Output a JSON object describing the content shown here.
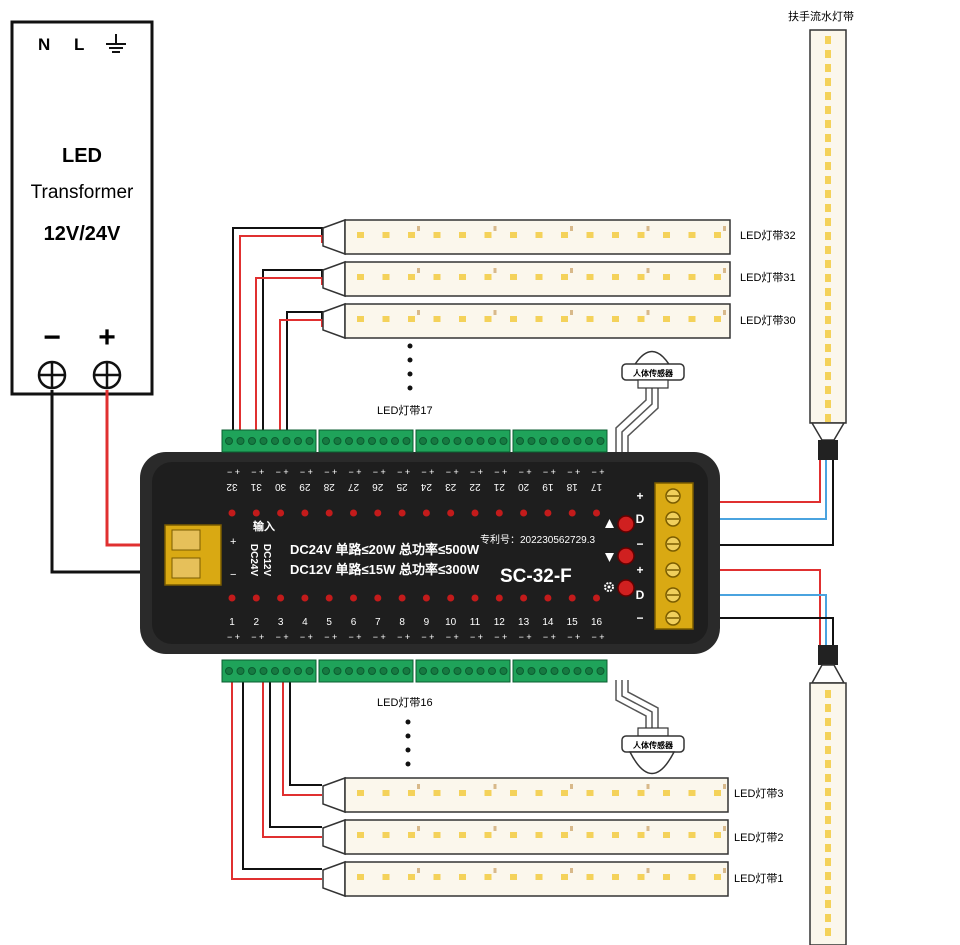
{
  "transformer": {
    "terminals": [
      "N",
      "L"
    ],
    "ground_icon": "ground-icon",
    "title_line1": "LED",
    "title_line2": "Transformer",
    "title_line3": "12V/24V",
    "minus": "−",
    "plus": "+"
  },
  "controller": {
    "model": "SC-32-F",
    "patent": "专利号：202230562729.3",
    "spec_24v": "DC24V 单路≤20W 总功率≤500W",
    "spec_12v": "DC12V 单路≤15W 总功率≤300W",
    "input_label": "输入",
    "dc12": "DC12V",
    "dc24": "DC24V",
    "input_plus": "+",
    "input_minus": "−",
    "top_channels": [
      "32",
      "31",
      "30",
      "29",
      "28",
      "27",
      "26",
      "25",
      "24",
      "23",
      "22",
      "21",
      "20",
      "19",
      "18",
      "17"
    ],
    "bottom_channels": [
      "1",
      "2",
      "3",
      "4",
      "5",
      "6",
      "7",
      "8",
      "9",
      "10",
      "11",
      "12",
      "13",
      "14",
      "15",
      "16"
    ],
    "right_terminal_signs": [
      "+",
      "D",
      "−",
      "+",
      "D",
      "−"
    ],
    "button_icons": [
      "triangle-up-icon",
      "triangle-down-icon",
      "gear-icon"
    ]
  },
  "strips": {
    "top": [
      "LED灯带32",
      "LED灯带31",
      "LED灯带30"
    ],
    "top_ellipsis_label": "LED灯带17",
    "bottom": [
      "LED灯带3",
      "LED灯带2",
      "LED灯带1"
    ],
    "bottom_ellipsis_label": "LED灯带16",
    "handrail_label": "扶手流水灯带"
  },
  "sensor": {
    "label": "人体传感器"
  },
  "colors": {
    "wire_red": "#e03030",
    "wire_black": "#111111",
    "wire_blue": "#4aa3df",
    "controller_body": "#2a2a2a",
    "terminal_green": "#1fa35a",
    "terminal_yellow": "#e0b21c",
    "strip_fill": "#fbf7ec",
    "led_yellow": "#f4d25a"
  }
}
